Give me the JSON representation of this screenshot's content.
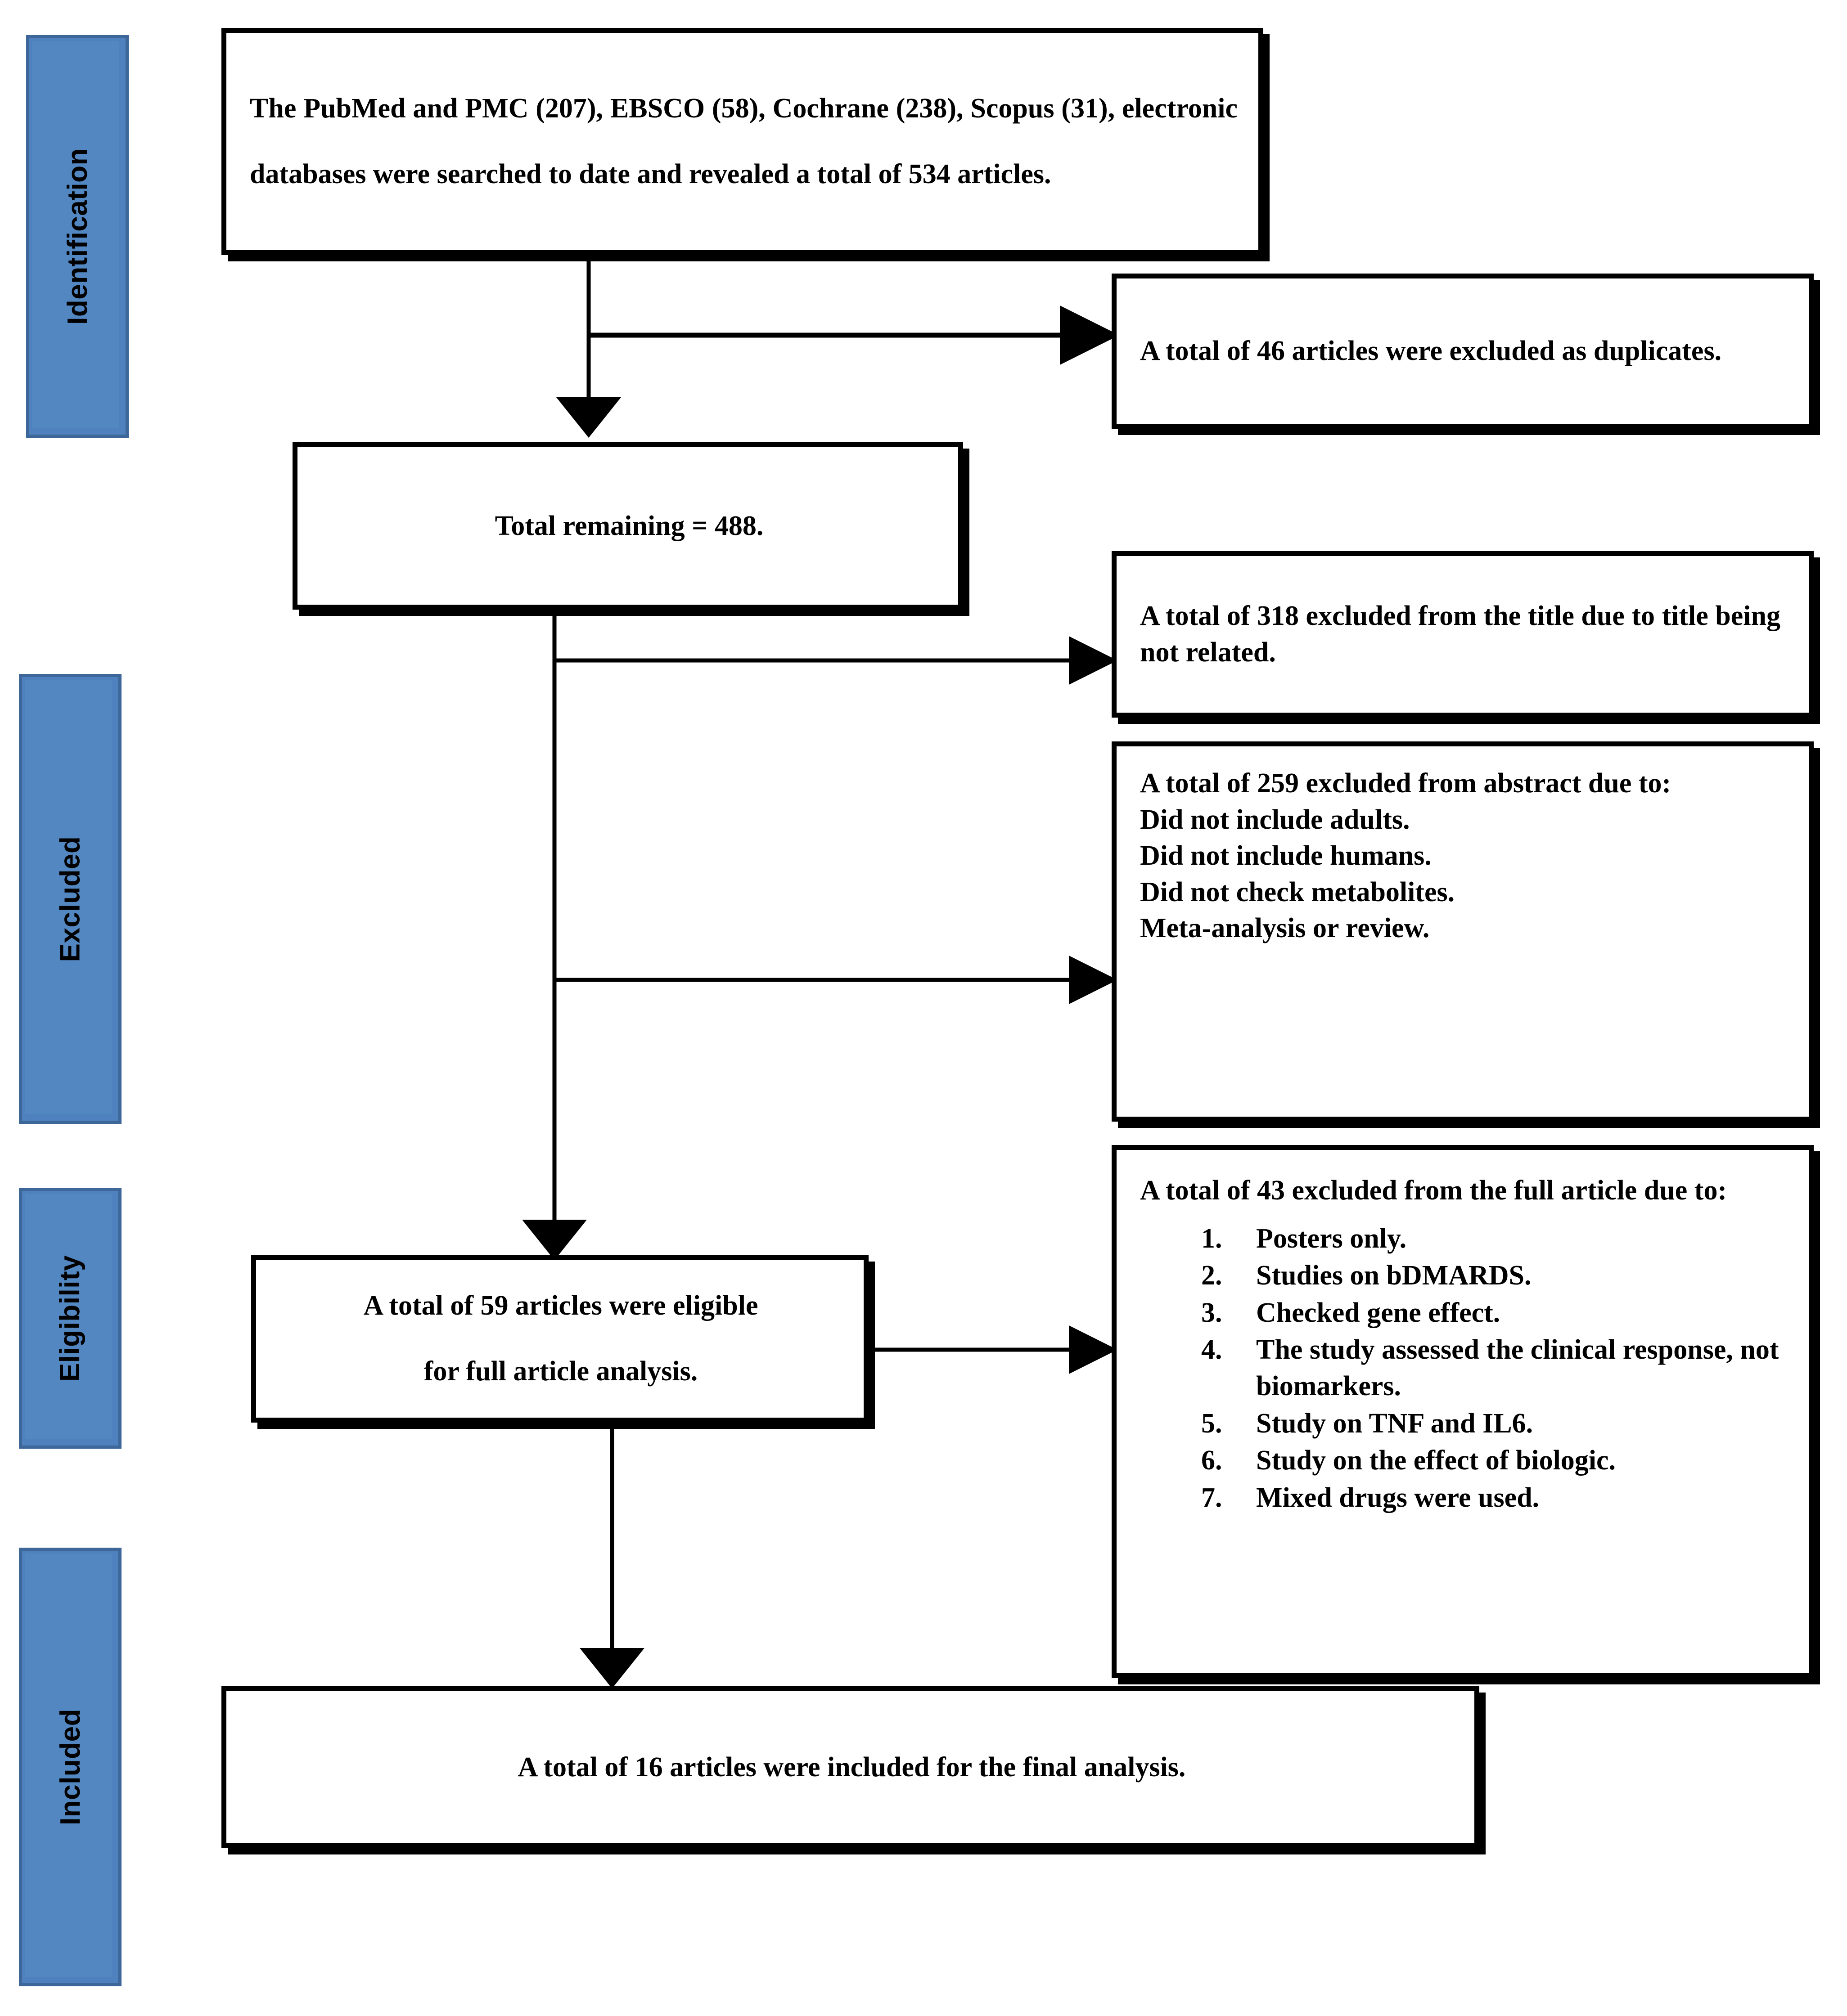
{
  "diagram": {
    "type": "prisma-flow-diagram",
    "title": "PRISMA study selection flow diagram"
  },
  "stages": [
    {
      "id": "identification",
      "label": "Identification"
    },
    {
      "id": "excluded",
      "label": "Excluded"
    },
    {
      "id": "eligibility",
      "label": "Eligibility"
    },
    {
      "id": "included",
      "label": "Included"
    }
  ],
  "boxes": {
    "search": {
      "id": "records-identified",
      "text": "The PubMed and PMC (207), EBSCO (58), Cochrane (238), Scopus (31), electronic databases were searched to date and revealed a total of 534 articles."
    },
    "duplicates": {
      "id": "duplicates-excluded",
      "text": "A total of 46 articles were excluded as duplicates."
    },
    "remaining": {
      "id": "records-remaining",
      "text": "Total remaining = 488."
    },
    "title_excluded": {
      "id": "title-excluded",
      "text": "A total of 318 excluded from the title due to title being not related."
    },
    "abstract_excluded": {
      "id": "abstract-excluded",
      "heading": "A total of 259 excluded from abstract due to:",
      "reasons": [
        "Did not include adults.",
        "Did not include humans.",
        "Did not check metabolites.",
        "Meta-analysis or review."
      ]
    },
    "eligible": {
      "id": "full-text-eligible",
      "line1": "A total of 59 articles were eligible",
      "line2": "for full article analysis."
    },
    "fulltext_excluded": {
      "id": "fulltext-excluded",
      "heading": "A total of 43 excluded from the full article due to:",
      "reasons": [
        "Posters only.",
        "Studies on bDMARDS.",
        "Checked gene effect.",
        "The study assessed the clinical response, not biomarkers.",
        "Study on TNF and IL6.",
        "Study on the effect of biologic.",
        "Mixed drugs were used."
      ]
    },
    "included": {
      "id": "studies-included",
      "text": "A total of 16 articles were included for the final analysis."
    }
  },
  "counts": {
    "pubmed_pmc": 207,
    "ebsco": 58,
    "cochrane": 238,
    "scopus": 31,
    "total_identified": 534,
    "duplicates_removed": 46,
    "after_duplicates": 488,
    "title_excluded": 318,
    "abstract_excluded": 259,
    "eligible_full_text": 59,
    "fulltext_excluded": 43,
    "included_final": 16
  },
  "colors": {
    "stage_fill": "#4E81BD",
    "stage_border": "#3D6699",
    "box_border": "#000000",
    "box_fill": "#FFFFFF",
    "connector": "#000000",
    "page_background": "#FFFFFF"
  },
  "connectors": [
    {
      "id": "search-to-remaining",
      "kind": "arrow-down"
    },
    {
      "id": "search-to-duplicates",
      "kind": "arrow-right"
    },
    {
      "id": "remaining-to-eligible",
      "kind": "arrow-down"
    },
    {
      "id": "remaining-to-title-excluded",
      "kind": "arrow-right"
    },
    {
      "id": "remaining-to-abstract-excluded",
      "kind": "arrow-right"
    },
    {
      "id": "eligible-to-fulltext-excluded",
      "kind": "arrow-right"
    },
    {
      "id": "eligible-to-included",
      "kind": "arrow-down"
    }
  ]
}
